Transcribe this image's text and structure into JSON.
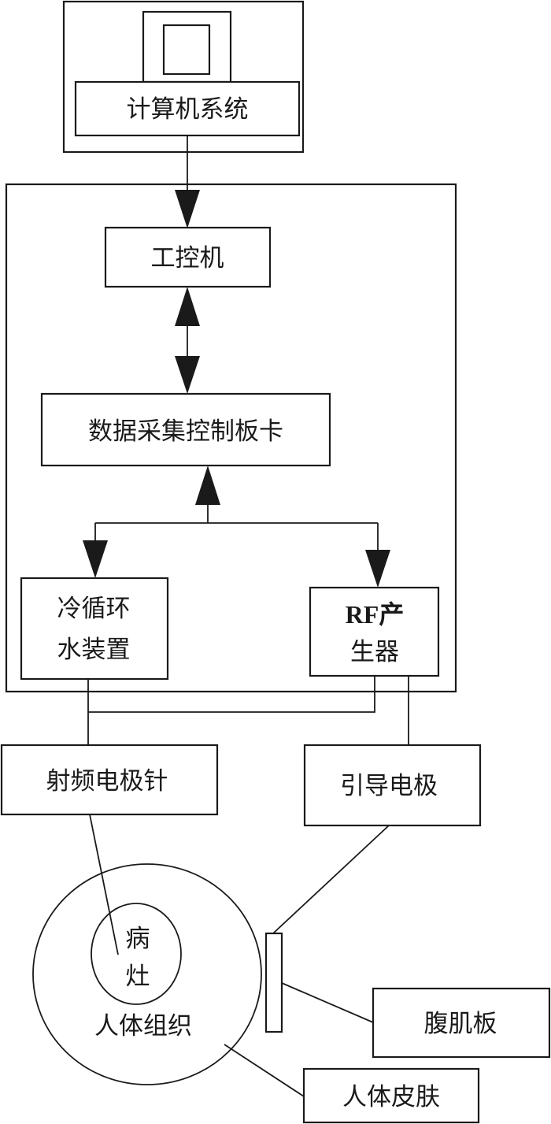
{
  "diagram": {
    "title": "射频消融系统组成框图",
    "nodes": {
      "computer_system": "计算机系统",
      "ipc": "工控机",
      "daq_board": "数据采集控制板卡",
      "cooling_line1": "冷循环",
      "cooling_line2": "水装置",
      "rf_line1": "RF产",
      "rf_line2": "生器",
      "rf_electrode_needle": "射频电极针",
      "guide_electrode": "引导电极",
      "lesion_line1": "病",
      "lesion_line2": "灶",
      "human_tissue": "人体组织",
      "abdominal_plate": "腹肌板",
      "human_skin": "人体皮肤"
    },
    "edges": [
      {
        "from": "计算机系统",
        "to": "工控机",
        "type": "directed"
      },
      {
        "from": "工控机",
        "to": "数据采集控制板卡",
        "type": "bidirectional"
      },
      {
        "from": "数据采集控制板卡",
        "to": "冷循环水装置",
        "type": "directed"
      },
      {
        "from": "数据采集控制板卡",
        "to": "RF产生器",
        "type": "directed"
      },
      {
        "from": "冷循环水装置",
        "to": "射频电极针",
        "type": "line"
      },
      {
        "from": "RF产生器",
        "to": "射频电极针",
        "type": "line"
      },
      {
        "from": "RF产生器",
        "to": "引导电极",
        "type": "line"
      },
      {
        "from": "射频电极针",
        "to": "病灶",
        "type": "line"
      },
      {
        "from": "引导电极",
        "to": "腹肌板",
        "type": "line"
      },
      {
        "from": "腹肌板",
        "to": "腹肌板(label)",
        "type": "leader"
      },
      {
        "from": "人体皮肤",
        "to": "人体组织",
        "type": "leader"
      }
    ]
  }
}
